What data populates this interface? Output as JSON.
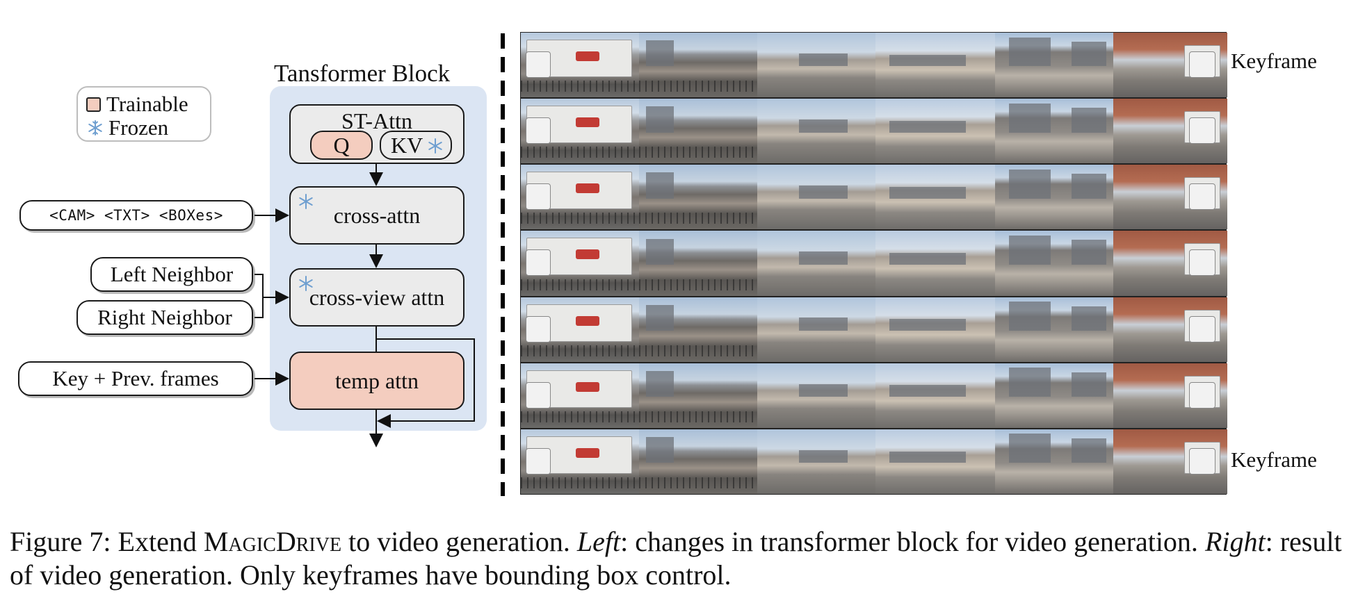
{
  "legend": {
    "trainable_label": "Trainable",
    "frozen_label": "Frozen",
    "trainable_color": "#f4cdbf",
    "frozen_icon": "snowflake-icon"
  },
  "block": {
    "title": "Tansformer Block",
    "background_color": "#dbe5f3",
    "st_attn": {
      "label": "ST-Attn",
      "q": "Q",
      "kv": "KV"
    },
    "cross_attn": "cross-attn",
    "cross_view_attn": "cross-view attn",
    "temp_attn": "temp attn"
  },
  "inputs": {
    "conditions": "<CAM> <TXT> <BOXes>",
    "left_neighbor": "Left Neighbor",
    "right_neighbor": "Right Neighbor",
    "frames": "Key + Prev. frames"
  },
  "grid": {
    "rows": 7,
    "views_per_row": 6,
    "top_label": "Keyframe",
    "bottom_label": "Keyframe"
  },
  "caption": {
    "prefix": "Figure 7: Extend ",
    "method": "MagicDrive",
    "after_method": " to video generation. ",
    "left_em": "Left",
    "left_text": ": changes in transformer block for video generation. ",
    "right_em": "Right",
    "right_text": ": result of video generation. Only keyframes have bounding box control."
  }
}
